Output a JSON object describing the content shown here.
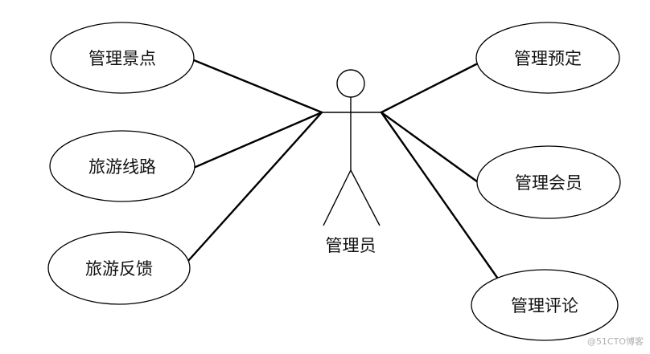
{
  "actor": {
    "label": "管理员"
  },
  "use_cases": [
    {
      "id": "uc-manage-attractions",
      "label": "管理景点"
    },
    {
      "id": "uc-travel-routes",
      "label": "旅游线路"
    },
    {
      "id": "uc-travel-feedback",
      "label": "旅游反馈"
    },
    {
      "id": "uc-manage-bookings",
      "label": "管理预定"
    },
    {
      "id": "uc-manage-members",
      "label": "管理会员"
    },
    {
      "id": "uc-manage-reviews",
      "label": "管理评论"
    }
  ],
  "watermark": "@51CTO博客"
}
